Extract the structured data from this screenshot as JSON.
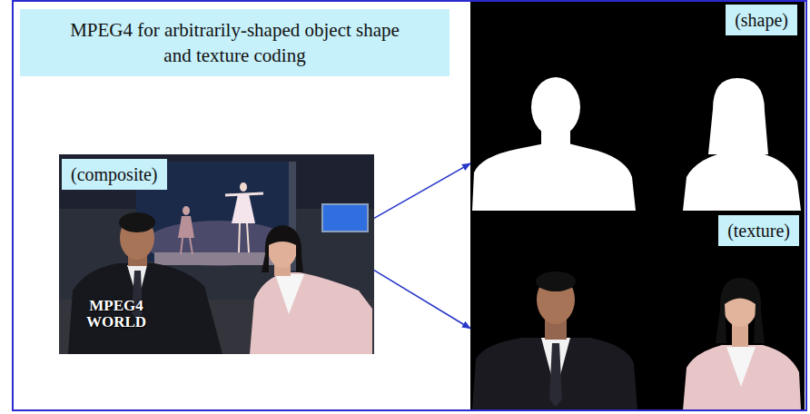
{
  "diagram": {
    "title": "MPEG4 for arbitrarily-shaped object shape and texture coding",
    "nodes": [
      {
        "text": [
          "(composite)",
          "MPEG4 WORLD"
        ]
      },
      {
        "text": [
          "(shape)"
        ]
      },
      {
        "text": [
          "(texture)"
        ]
      }
    ],
    "edges": [
      {
        "from": 0,
        "to": 1,
        "arrow": "to"
      },
      {
        "from": 0,
        "to": 2,
        "arrow": "to"
      }
    ]
  }
}
